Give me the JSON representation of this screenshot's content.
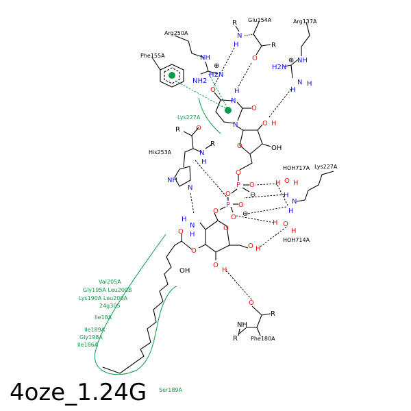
{
  "title": "4oze_1.24G",
  "atoms": {
    "N": "N",
    "O": "O",
    "H": "H",
    "P": "P",
    "R": "R",
    "NH": "NH",
    "NH2": "NH2",
    "H2N": "H2N",
    "OH": "OH",
    "plus": "⊕",
    "minus": "⊖"
  },
  "residues": {
    "glu154a": "Glu154A",
    "arg137a": "Arg137A",
    "arg250a": "Arg250A",
    "phe155a": "Phe155A",
    "lys227a_hyd": "Lys227A",
    "his253a": "His253A",
    "hoh717a": "HOH717A",
    "lys227a": "Lys227A",
    "hoh714a": "HOH714A",
    "phe180a": "Phe180A"
  },
  "hydrophobic": [
    "Val205A",
    "Gly195A Leu200B",
    "Lys190A Leu200A",
    "24g305",
    "Ile18A",
    "Ile189A",
    "Gly198A",
    "Ile186A",
    "Ser189A"
  ],
  "colors": {
    "nitrogen": "#1010ff",
    "oxygen": "#ff0d0d",
    "phosphorus": "#ff2090",
    "hydrophobic": "#0a9a4a"
  }
}
